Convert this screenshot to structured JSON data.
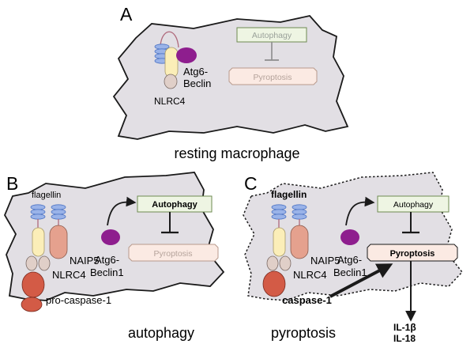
{
  "colors": {
    "cell_fill": "#e2dfe4",
    "cell_stroke": "#1a1a1a",
    "autophagy_box_fill": "#eef5e3",
    "autophagy_box_stroke": "#6e8a52",
    "pyroptosis_box_fill": "#fbeae3",
    "pyroptosis_box_stroke": "#b89a8c",
    "beclin": "#8e1e8e",
    "naip5": "#e5a18e",
    "nlrc4_body": "#fbeeb8",
    "nlrc4_cap": "#e0cfc8",
    "caspase": "#d35b46",
    "flagellin": "#9ab3e8",
    "flagellin_stroke": "#4e74c4"
  },
  "panels": {
    "a": {
      "letter": "A",
      "caption": "resting macrophage",
      "beclin_label_1": "Atg6-",
      "beclin_label_2": "Beclin",
      "nlrc4_label": "NLRC4",
      "autophagy_label": "Autophagy",
      "pyroptosis_label": "Pyroptosis"
    },
    "b": {
      "letter": "B",
      "caption": "autophagy",
      "flagellin_label": "flagellin",
      "naip5_label": "NAIP5",
      "nlrc4_label": "NLRC4",
      "procaspase_label": "pro-caspase-1",
      "beclin_label_1": "Atg6-",
      "beclin_label_2": "Beclin1",
      "autophagy_label": "Autophagy",
      "pyroptosis_label": "Pyroptosis"
    },
    "c": {
      "letter": "C",
      "caption": "pyroptosis",
      "flagellin_label": "flagellin",
      "naip5_label": "NAIP5",
      "nlrc4_label": "NLRC4",
      "caspase_label": "caspase-1",
      "beclin_label_1": "Atg6-",
      "beclin_label_2": "Beclin1",
      "autophagy_label": "Autophagy",
      "pyroptosis_label": "Pyroptosis",
      "il1_label": "IL-1β",
      "il18_label": "IL-18"
    }
  }
}
